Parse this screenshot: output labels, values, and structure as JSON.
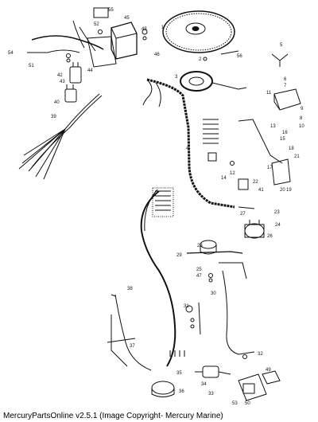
{
  "footer": {
    "caption": "MercuryPartsOnline v2.5.1 (Image Copyright- Mercury Marine)"
  },
  "diagram": {
    "callouts": {
      "c1": "1",
      "c2": "2",
      "c3": "3",
      "c4": "4",
      "c5": "5",
      "c6": "6",
      "c7": "7",
      "c8": "8",
      "c9": "9",
      "c10": "10",
      "c11": "11",
      "c12": "12",
      "c13": "13",
      "c14": "14",
      "c15": "15",
      "c16": "16",
      "c17": "17",
      "c18": "18",
      "c19": "19",
      "c20": "20",
      "c21": "21",
      "c22": "22",
      "c23": "23",
      "c24": "24",
      "c25": "25",
      "c26": "26",
      "c27": "27",
      "c28": "28",
      "c29": "29",
      "c30": "30",
      "c31": "31",
      "c32": "32",
      "c33": "33",
      "c34": "34",
      "c35": "35",
      "c36": "36",
      "c37": "37",
      "c38": "38",
      "c39": "39",
      "c40": "40",
      "c41": "41",
      "c42": "42",
      "c43": "43",
      "c44": "44",
      "c45": "45",
      "c46": "46",
      "c47": "47",
      "c48": "48",
      "c49": "49",
      "c50": "50",
      "c51": "51",
      "c52": "52",
      "c53": "53",
      "c54": "54",
      "c55": "55",
      "c56": "56"
    }
  }
}
